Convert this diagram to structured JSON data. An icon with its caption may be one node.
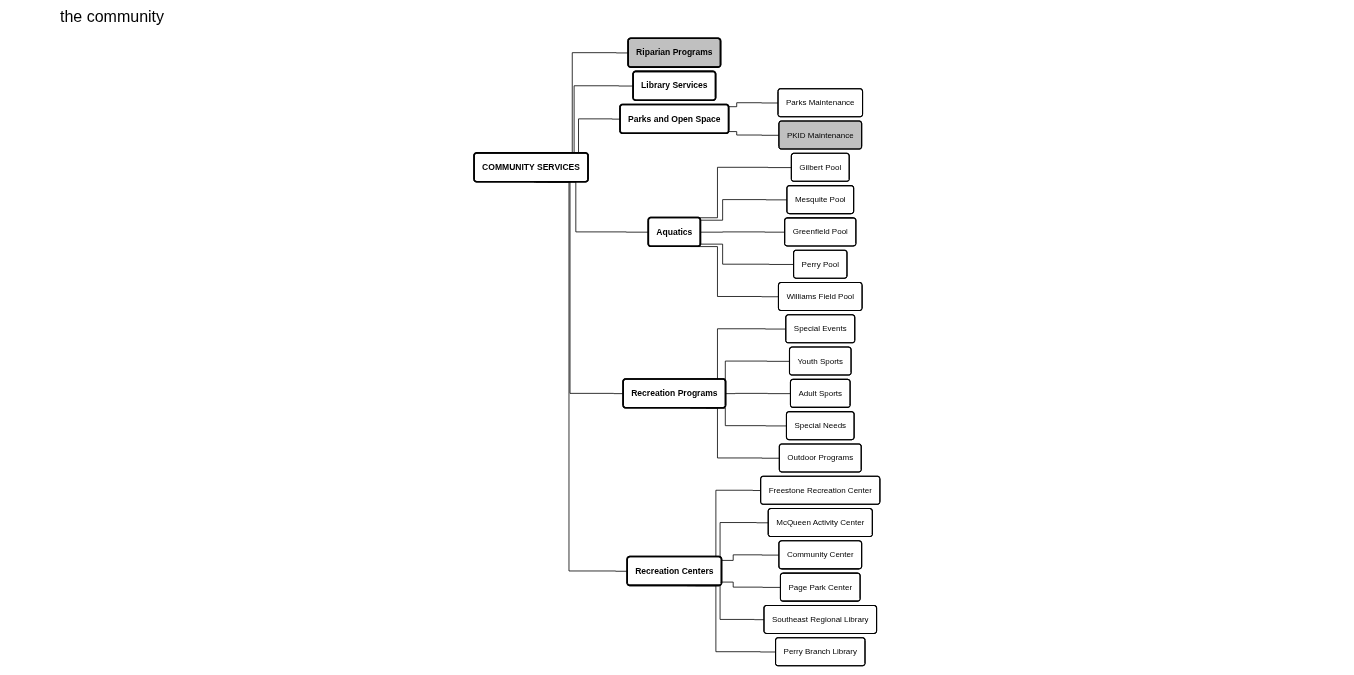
{
  "diagram": {
    "nodes": [
      {
        "text": [
          "COMMUNITY SERVICES"
        ]
      },
      {
        "text": [
          "Riparian Programs"
        ]
      },
      {
        "text": [
          "Library Services"
        ]
      },
      {
        "text": [
          "Parks and Open Space"
        ]
      },
      {
        "text": [
          "Parks Maintenance"
        ]
      },
      {
        "text": [
          "PKID Maintenance"
        ]
      },
      {
        "text": [
          "Aquatics"
        ]
      },
      {
        "text": [
          "Gilbert Pool"
        ]
      },
      {
        "text": [
          "Mesquite Pool"
        ]
      },
      {
        "text": [
          "Greenfield Pool"
        ]
      },
      {
        "text": [
          "Perry Pool"
        ]
      },
      {
        "text": [
          "Williams Field Pool"
        ]
      },
      {
        "text": [
          "Recreation Programs"
        ]
      },
      {
        "text": [
          "Special Events"
        ]
      },
      {
        "text": [
          "Youth Sports"
        ]
      },
      {
        "text": [
          "Adult Sports"
        ]
      },
      {
        "text": [
          "Special Needs"
        ]
      },
      {
        "text": [
          "Outdoor Programs"
        ]
      },
      {
        "text": [
          "Recreation Centers"
        ]
      },
      {
        "text": [
          "Freestone Recreation Center"
        ]
      },
      {
        "text": [
          "McQueen Activity Center"
        ]
      },
      {
        "text": [
          "Community Center"
        ]
      },
      {
        "text": [
          "Page Park Center"
        ]
      },
      {
        "text": [
          "Southeast Regional Library"
        ]
      },
      {
        "text": [
          "Perry Branch Library"
        ]
      }
    ],
    "edges": [
      {
        "from": 0,
        "to": 1,
        "arrow": "none"
      },
      {
        "from": 0,
        "to": 2,
        "arrow": "none"
      },
      {
        "from": 0,
        "to": 3,
        "arrow": "none"
      },
      {
        "from": 3,
        "to": 4,
        "arrow": "none"
      },
      {
        "from": 3,
        "to": 5,
        "arrow": "none"
      },
      {
        "from": 0,
        "to": 6,
        "arrow": "none"
      },
      {
        "from": 0,
        "to": 12,
        "arrow": "none"
      },
      {
        "from": 0,
        "to": 18,
        "arrow": "none"
      },
      {
        "from": 6,
        "to": 7,
        "arrow": "none"
      },
      {
        "from": 6,
        "to": 8,
        "arrow": "none"
      },
      {
        "from": 6,
        "to": 9,
        "arrow": "none"
      },
      {
        "from": 6,
        "to": 10,
        "arrow": "none"
      },
      {
        "from": 6,
        "to": 11,
        "arrow": "none"
      },
      {
        "from": 12,
        "to": 13,
        "arrow": "none"
      },
      {
        "from": 12,
        "to": 14,
        "arrow": "none"
      },
      {
        "from": 12,
        "to": 15,
        "arrow": "none"
      },
      {
        "from": 12,
        "to": 16,
        "arrow": "none"
      },
      {
        "from": 12,
        "to": 17,
        "arrow": "none"
      },
      {
        "from": 18,
        "to": 19,
        "arrow": "none"
      },
      {
        "from": 18,
        "to": 20,
        "arrow": "none"
      },
      {
        "from": 18,
        "to": 21,
        "arrow": "none"
      },
      {
        "from": 18,
        "to": 22,
        "arrow": "none"
      },
      {
        "from": 18,
        "to": 23,
        "arrow": "none"
      },
      {
        "from": 18,
        "to": 24,
        "arrow": "none"
      }
    ],
    "labels": [
      "the community"
    ]
  }
}
